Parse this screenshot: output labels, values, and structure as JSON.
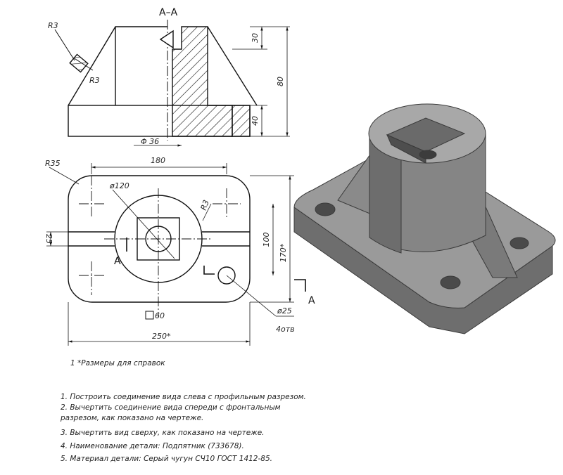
{
  "section_title": "A–A",
  "section_marks": {
    "left": "A",
    "right": "A"
  },
  "front_dims": {
    "r_top": "R3",
    "r_rib": "R3",
    "top": "30",
    "total": "80",
    "base": "40",
    "bore": "Φ 36"
  },
  "top_dims": {
    "r_corner": "R35",
    "width_center": "180",
    "boss_dia": "ø120",
    "r_web": "R3",
    "web_thk": "25",
    "len_center": "100",
    "len_total": "170*",
    "square": "60",
    "width_total": "250*",
    "hole_dia": "ø25",
    "holes": "4отв"
  },
  "notes": {
    "ref": "1  *Размеры для справок",
    "items": [
      "1. Построить соединение вида слева с профильным разрезом.",
      "2. Вычертить соединение вида спереди с фронтальным",
      "    разрезом, как показано на чертеже.",
      "3. Вычертить вид сверху, как показано на чертеже.",
      "4. Наименование детали: Подпятник (733678).",
      "5. Материал детали: Серый чугун СЧ10 ГОСТ 1412-85."
    ]
  },
  "colors": {
    "line": "#111111",
    "part_light": "#9c9c9c",
    "part_mid": "#7d7d7d",
    "part_dark": "#5a5a5a",
    "hole": "#4a4a4a"
  }
}
